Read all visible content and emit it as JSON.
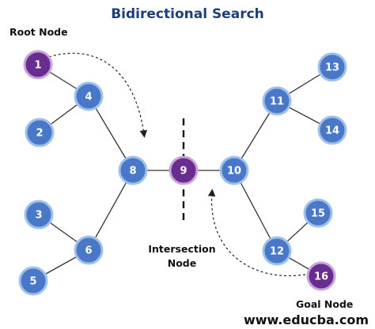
{
  "title": "Bidirectional Search",
  "labels": {
    "root": "Root Node",
    "intersection_line1": "Intersection",
    "intersection_line2": "Node",
    "goal": "Goal Node"
  },
  "watermark": "www.educba.com",
  "colors": {
    "node_blue": "#4a78c8",
    "node_border": "#9ec1ec",
    "node_purple": "#6a2c8e",
    "node_purple_border": "#c7a5dc",
    "edge": "#333333"
  },
  "nodes": [
    {
      "id": "1",
      "type": "root"
    },
    {
      "id": "2"
    },
    {
      "id": "3"
    },
    {
      "id": "4"
    },
    {
      "id": "5"
    },
    {
      "id": "6"
    },
    {
      "id": "8"
    },
    {
      "id": "9",
      "type": "intersection"
    },
    {
      "id": "10"
    },
    {
      "id": "11"
    },
    {
      "id": "12"
    },
    {
      "id": "13"
    },
    {
      "id": "14"
    },
    {
      "id": "15"
    },
    {
      "id": "16",
      "type": "goal"
    }
  ],
  "edges": [
    [
      "1",
      "4"
    ],
    [
      "4",
      "2"
    ],
    [
      "4",
      "8"
    ],
    [
      "8",
      "6"
    ],
    [
      "6",
      "3"
    ],
    [
      "6",
      "5"
    ],
    [
      "8",
      "9"
    ],
    [
      "9",
      "10"
    ],
    [
      "10",
      "11"
    ],
    [
      "11",
      "13"
    ],
    [
      "11",
      "14"
    ],
    [
      "10",
      "12"
    ],
    [
      "12",
      "15"
    ],
    [
      "12",
      "16"
    ]
  ]
}
